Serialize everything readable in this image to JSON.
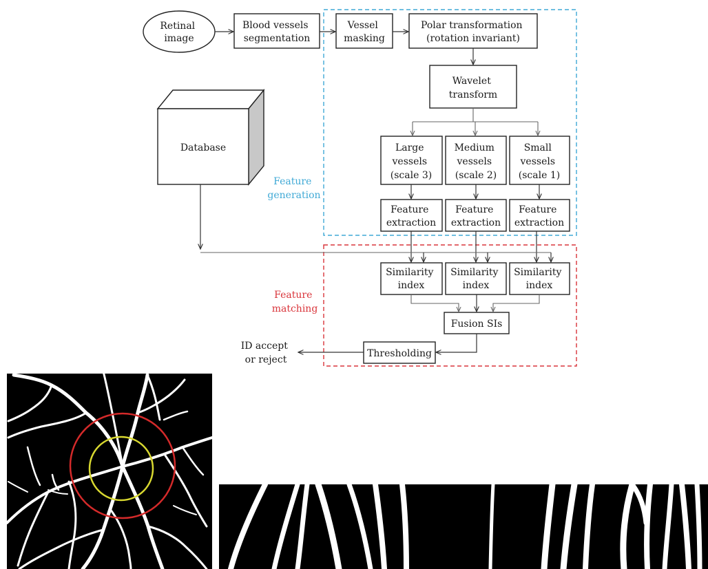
{
  "diagram": {
    "nodes": {
      "retinal_image": [
        "Retinal",
        "image"
      ],
      "blood_vessels_segmentation": [
        "Blood vessels",
        "segmentation"
      ],
      "vessel_masking": [
        "Vessel",
        "masking"
      ],
      "polar_transformation": [
        "Polar transformation",
        "(rotation invariant)"
      ],
      "wavelet_transform": [
        "Wavelet",
        "transform"
      ],
      "database": "Database",
      "large_vessels": [
        "Large",
        "vessels",
        "(scale 3)"
      ],
      "medium_vessels": [
        "Medium",
        "vessels",
        "(scale 2)"
      ],
      "small_vessels": [
        "Small",
        "vessels",
        "(scale 1)"
      ],
      "feature_extraction": [
        "Feature",
        "extraction"
      ],
      "similarity_index": [
        "Similarity",
        "index"
      ],
      "fusion_sis": "Fusion SIs",
      "thresholding": "Thresholding",
      "id_output": [
        "ID accept",
        "or reject"
      ]
    },
    "groups": {
      "feature_generation": {
        "label": [
          "Feature",
          "generation"
        ],
        "color": "#3fa9d6"
      },
      "feature_matching": {
        "label": [
          "Feature",
          "matching"
        ],
        "color": "#d9343a"
      }
    }
  },
  "images": {
    "vessel_map": {
      "icon": "segmented-retina-image",
      "circle_colors": {
        "outer": "#d42a2a",
        "inner": "#d8d830"
      }
    },
    "polar_strip": {
      "icon": "polar-unwrapped-vessels-image"
    }
  }
}
